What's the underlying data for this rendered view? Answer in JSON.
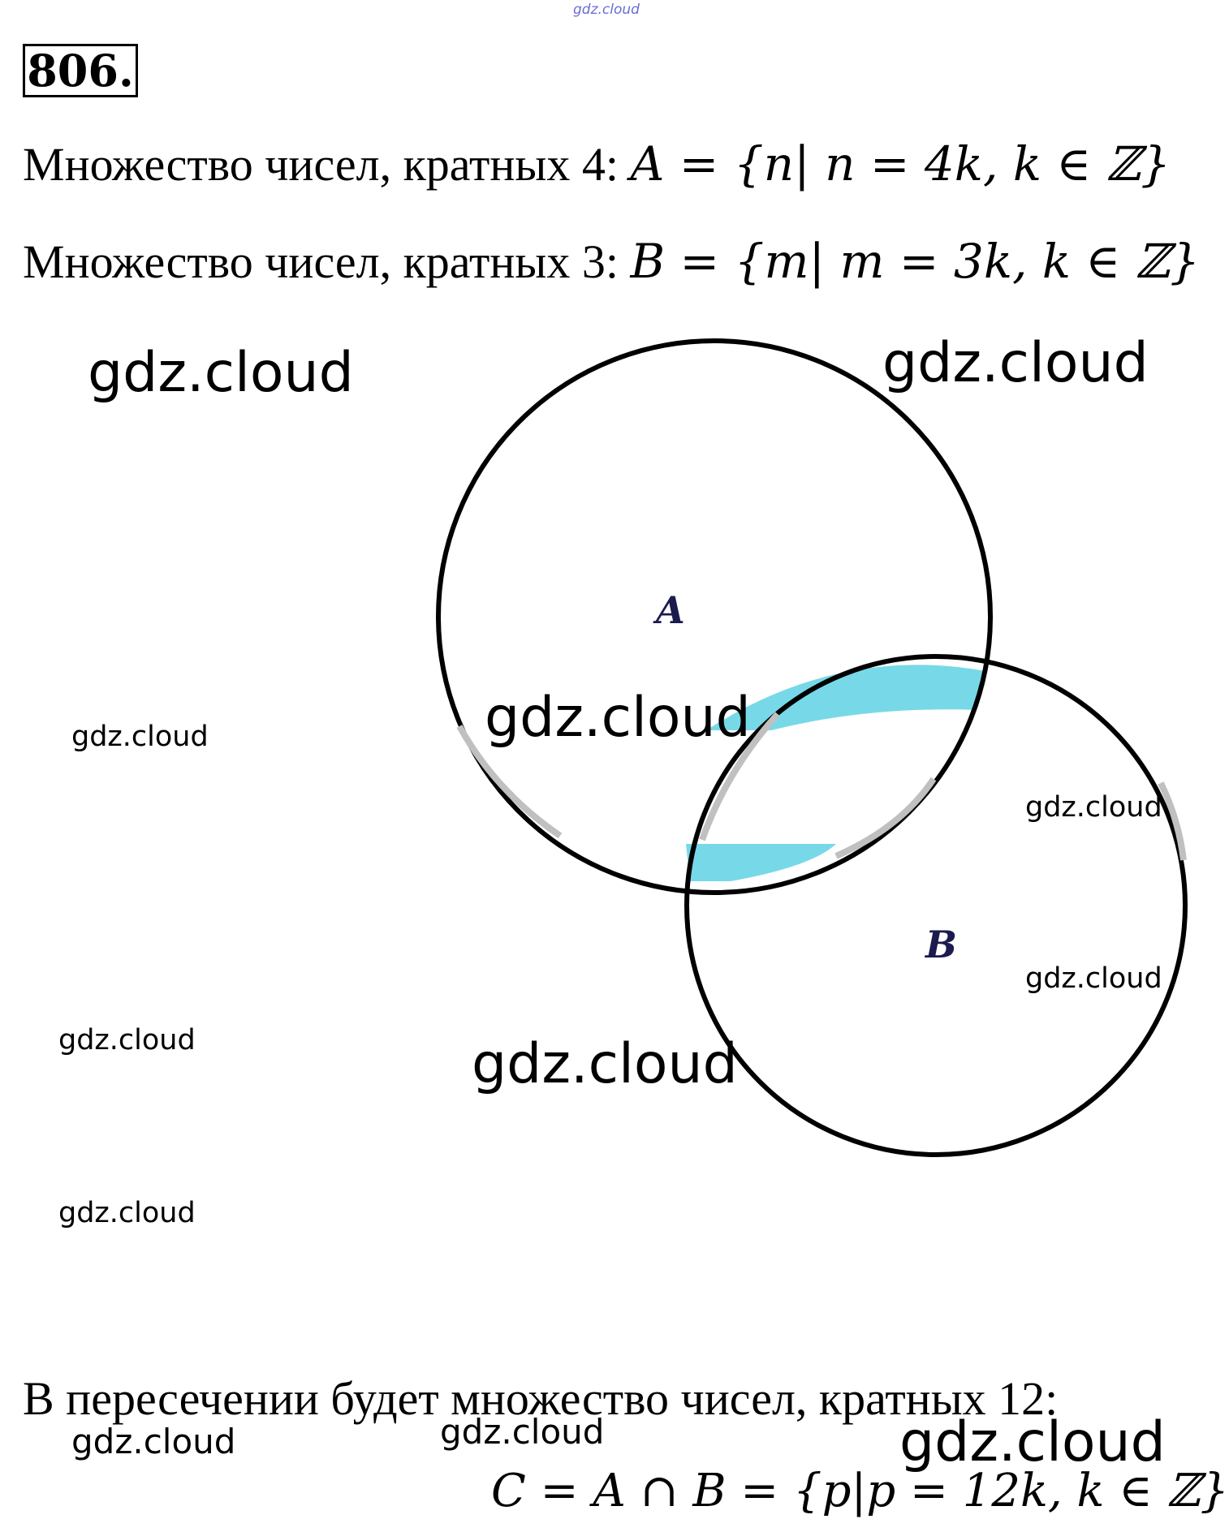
{
  "header": {
    "top_mark": "gdz.cloud",
    "problem_number": "806."
  },
  "text": {
    "line_a_prefix": "Множество чисел, кратных 4: ",
    "line_a_math": "A = {n| n = 4k, k ∈ ℤ}",
    "line_b_prefix": "Множество чисел, кратных 3: ",
    "line_b_math": "B = {m| m = 3k, k ∈ ℤ}",
    "line_c": "В пересечении будет множество чисел, кратных 12:",
    "formula_c": "C = A ∩ B = {p|p = 12k, k ∈ ℤ}"
  },
  "diagram": {
    "label_a": "A",
    "label_b": "B",
    "highlight_color": "#77d9e8",
    "outline_color": "#000000",
    "gap_color": "#c0c0c0"
  },
  "watermarks": [
    "gdz.cloud",
    "gdz.cloud",
    "gdz.cloud",
    "gdz.cloud",
    "gdz.cloud",
    "gdz.cloud",
    "gdz.cloud",
    "gdz.cloud",
    "gdz.cloud",
    "gdz.cloud",
    "gdz.cloud",
    "gdz.cloud"
  ]
}
